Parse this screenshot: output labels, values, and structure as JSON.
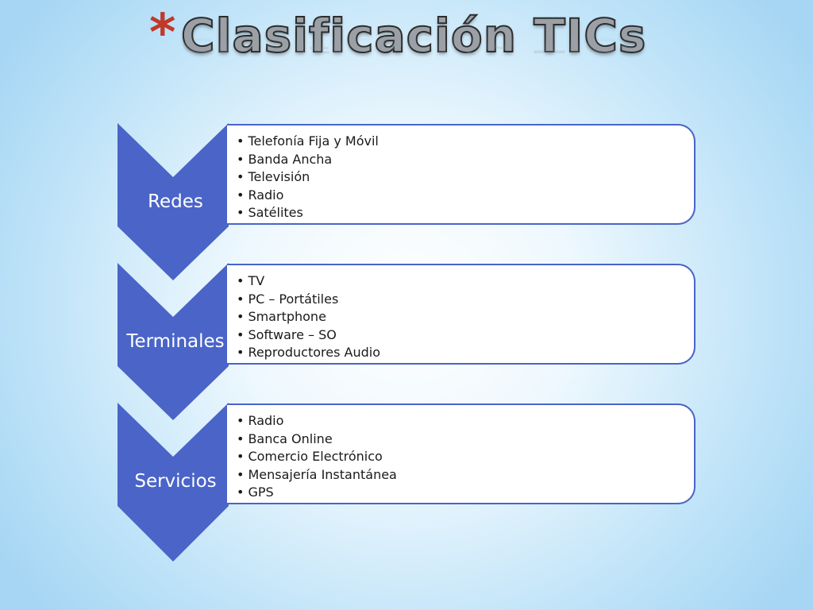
{
  "slide": {
    "title": "Clasificación TICs",
    "title_marker": "*",
    "colors": {
      "accent": "#4a64c8",
      "title_marker": "#c0392b",
      "background": "#a6d6f4"
    }
  },
  "diagram": {
    "type": "chevron-list",
    "rows": [
      {
        "label": "Redes",
        "items": [
          "Telefonía Fija y Móvil",
          "Banda Ancha",
          "Televisión",
          "Radio",
          "Satélites"
        ]
      },
      {
        "label": "Terminales",
        "items": [
          "TV",
          "PC – Portátiles",
          "Smartphone",
          "Software – SO",
          "Reproductores Audio"
        ]
      },
      {
        "label": "Servicios",
        "items": [
          "Radio",
          "Banca Online",
          "Comercio Electrónico",
          "Mensajería Instantánea",
          "GPS"
        ]
      }
    ]
  }
}
